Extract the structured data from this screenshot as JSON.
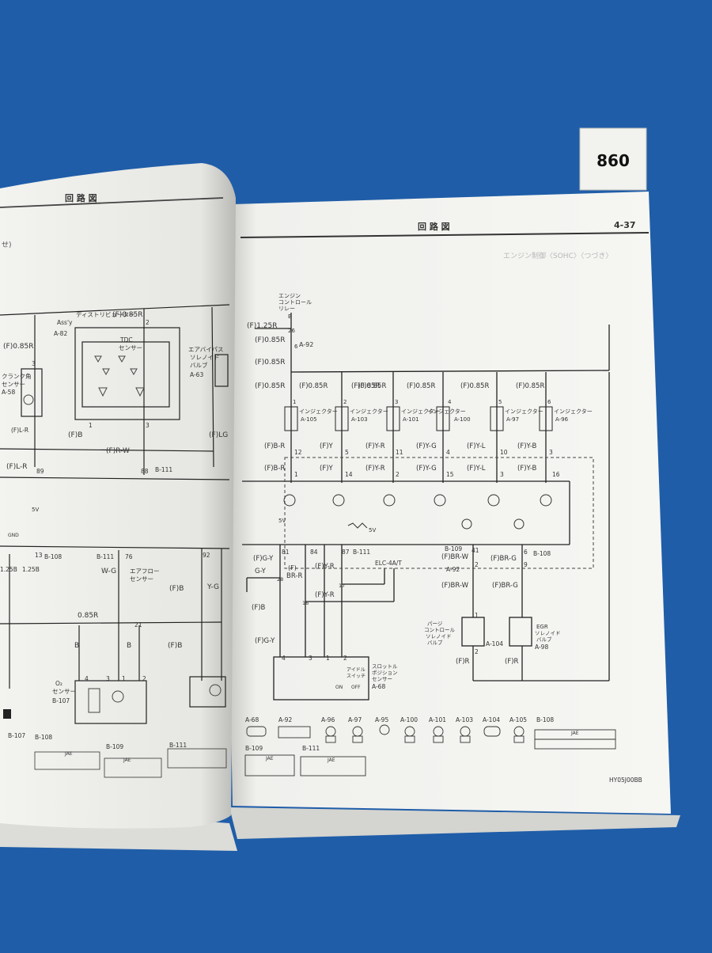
{
  "tag": {
    "number": "860"
  },
  "left_page": {
    "header_title": "回 路 図",
    "labels": {
      "distributor": "ディストリビューター",
      "distributor_assy": "Ass'y",
      "distributor_conn": "A-82",
      "wire_085R_a": "(F)0.85R",
      "wire_085R_b": "(F)0.85R",
      "tdc": "TDC",
      "tdc_sensor": "センサー",
      "crank_sensor": "クランク角",
      "crank_sensor2": "センサー",
      "crank_conn": "A-58",
      "wire_LR": "(F)L-R",
      "wire_B": "(F)B",
      "wire_RW": "(F)R-W",
      "wire_LR2": "(F)L-R",
      "conn_B111": "B-111",
      "bypass": "エアバイパス",
      "bypass2": "ソレノイド",
      "bypass3": "バルブ",
      "bypass_conn": "A-63",
      "wire_LG": "(F)LG",
      "pin_88": "88",
      "pin_89": "89",
      "pin_3a": "3",
      "pin_2a": "2",
      "pin_1a": "1",
      "pin_3b": "3",
      "conn_B108": "B-108",
      "pin_13": "13",
      "wire_125B": "1.25B",
      "wire_125B_b": "1.25B",
      "conn_B111_b": "B-111",
      "pin_76": "76",
      "wire_WG": "W-G",
      "airflow": "エアフロー",
      "airflow2": "センサー",
      "wire_FB": "(F)B",
      "pin_92": "92",
      "wire_YG": "Y-G",
      "wire_085R_c": "0.85R",
      "wire_FB2": "(F)B",
      "wire_B2": "B",
      "wire_B3": "B",
      "o2_sensor": "O₂",
      "o2_sensor2": "センサー",
      "o2_conn": "B-107",
      "pin_4": "4",
      "pin_3": "3",
      "pin_1": "1",
      "pin_2": "2",
      "pin_21": "21",
      "ground": "GND",
      "five_v": "5V",
      "conn_B108_b": "B-108",
      "conn_B109": "B-109",
      "conn_B111_c": "B-111",
      "conn_B107": "B-107",
      "jae": "JAE",
      "jae2": "JAE"
    }
  },
  "right_page": {
    "header_title": "回 路 図",
    "page_number": "4-37",
    "doc_code": "HY05J00BB",
    "relay_label": "エンジン",
    "relay_label2": "コントロール",
    "relay_label3": "リレー",
    "relay_pin": "B",
    "wires_top": {
      "w1": "(F)1.25R",
      "w2": "(F)0.85R",
      "w3": "(F)0.85R",
      "w4": "(F)0.85R",
      "conn_a92": "A-92",
      "pin_26": "26",
      "pin_6": "6"
    },
    "injectors": [
      {
        "wire_top": "(F)0.85R",
        "name": "インジェクター",
        "conn": "A-105",
        "pin_num": "1",
        "wire_bottom": "(F)B-R",
        "pin_a": "12",
        "wire_bottom2": "(F)B-R",
        "pin_b": "1"
      },
      {
        "wire_top": "(F)0.85R",
        "name": "インジェクター",
        "conn": "A-103",
        "pin_num": "2",
        "wire_bottom": "(F)Y",
        "pin_a": "5",
        "wire_bottom2": "(F)Y",
        "pin_b": "14"
      },
      {
        "wire_top": "(F)0.85R",
        "name": "インジェクター",
        "conn": "A-101",
        "pin_num": "3",
        "wire_bottom": "(F)Y-R",
        "pin_a": "11",
        "wire_bottom2": "(F)Y-R",
        "pin_b": "2"
      },
      {
        "wire_top": "(F)0.85R",
        "name": "インジェクター",
        "conn": "A-100",
        "pin_num": "4",
        "wire_bottom": "(F)Y-G",
        "pin_a": "4",
        "wire_bottom2": "(F)Y-G",
        "pin_b": "15"
      },
      {
        "wire_top": "(F)0.85R",
        "name": "インジェクター",
        "conn": "A-97",
        "pin_num": "5",
        "wire_bottom": "(F)Y-L",
        "pin_a": "10",
        "wire_bottom2": "(F)Y-L",
        "pin_b": "3"
      },
      {
        "wire_top": "(F)0.85R",
        "name": "インジェクター",
        "conn": "A-96",
        "pin_num": "6",
        "wire_bottom": "(F)Y-B",
        "pin_a": "3",
        "wire_bottom2": "(F)Y-B",
        "pin_b": "16"
      }
    ],
    "lower": {
      "five_v": "5V",
      "five_v2": "5V",
      "pin_81": "81",
      "pin_84": "84",
      "pin_87": "87",
      "conn_b111": "B-111",
      "wire_GY": "(F)G-Y",
      "wire_GY2": "G-Y",
      "wire_BR": "(F)",
      "wire_BR2": "BR-R",
      "wire_YR": "(F)Y-R",
      "wire_YR2": "(F)Y-R",
      "elc": "ELC-4A/T",
      "pin_28": "28",
      "pin_16": "16",
      "pin_17": "17",
      "wire_FB": "(F)B",
      "wire_FGY": "(F)G-Y",
      "conn_b109": "B-109",
      "pin_41": "41",
      "wire_BRW": "(F)BR-W",
      "conn_a92": "A-92",
      "pin_2a": "2",
      "wire_BRW2": "(F)BR-W",
      "pin_6": "6",
      "wire_BRG": "(F)BR-G",
      "conn_b108": "B-108",
      "pin_9": "9",
      "wire_BRG2": "(F)BR-G",
      "purge": "パージ",
      "purge2": "コントロール",
      "purge3": "ソレノイド",
      "purge4": "バルブ",
      "purge_conn": "A-104",
      "egr": "EGR",
      "egr2": "ソレノイド",
      "egr3": "バルブ",
      "egr_conn": "A-98",
      "wire_FR": "(F)R",
      "wire_FR2": "(F)R",
      "pin_1": "1",
      "pin_2": "2",
      "tps": "スロットル",
      "tps2": "ポジション",
      "tps3": "センサー",
      "idle": "アイドル",
      "idle2": "スイッチ",
      "on": "ON",
      "off": "OFF",
      "tps_conn": "A-68",
      "p4": "4",
      "p3": "3",
      "p1": "1",
      "p2": "2"
    },
    "connectors": [
      "A-68",
      "A-92",
      "A-96",
      "A-97",
      "A-95",
      "A-100",
      "A-101",
      "A-103",
      "A-104",
      "A-105",
      "B-108"
    ],
    "connectors_lower": [
      "B-109",
      "B-111"
    ],
    "jae": "JAE",
    "jae2": "JAE",
    "jae3": "JAE",
    "faint_title": "エンジン制御〈SOHC〉〈つづき〉"
  }
}
